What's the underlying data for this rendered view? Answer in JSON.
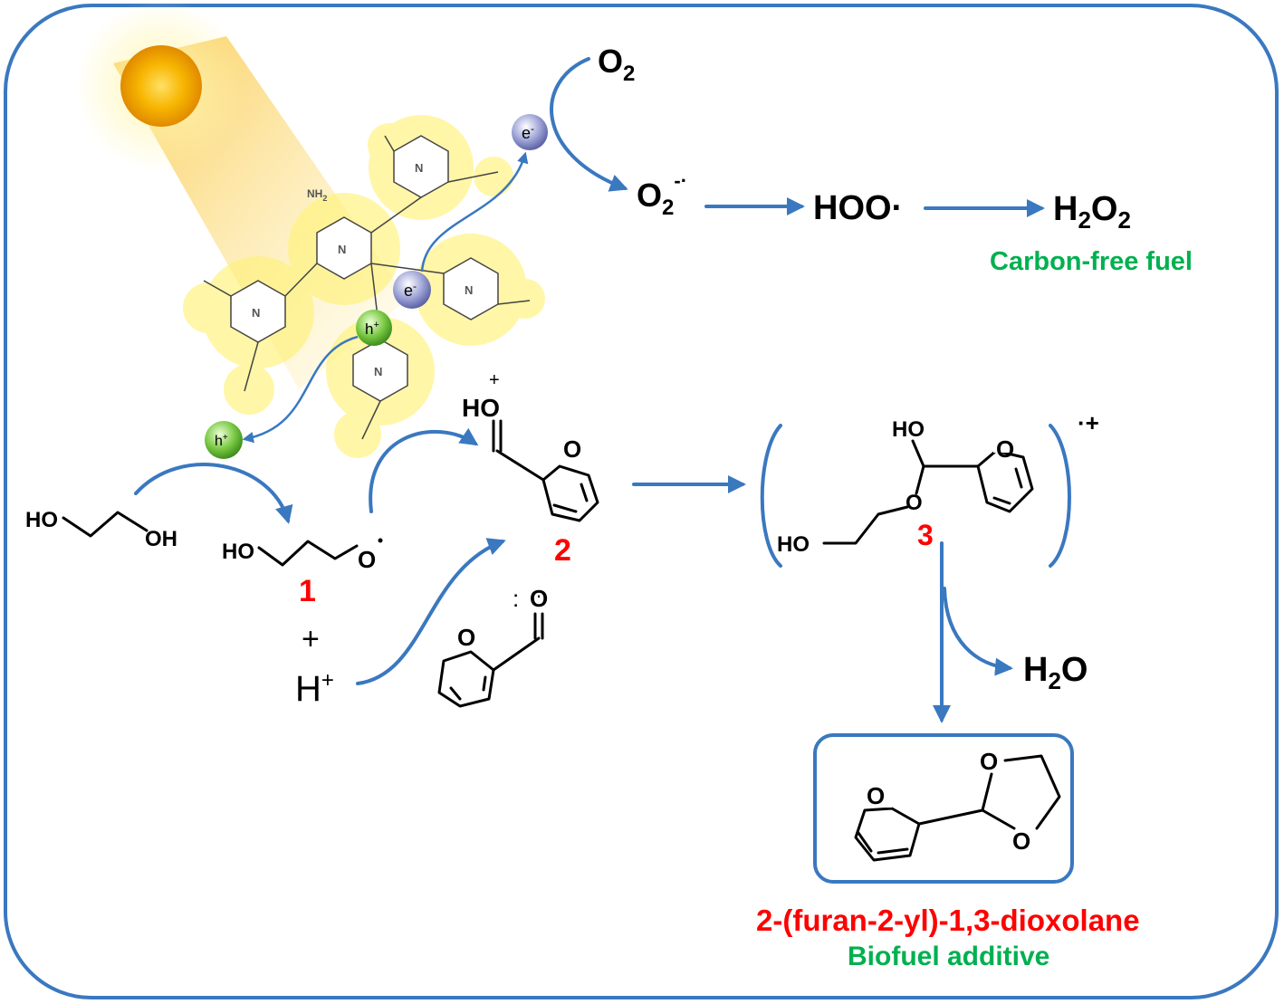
{
  "labels": {
    "o2": "O",
    "o2_sub": "2",
    "superoxide": "O",
    "superoxide_sub": "2",
    "superoxide_sup": "-·",
    "hoo": "HOO·",
    "h2o2_h": "H",
    "h2o2_sub1": "2",
    "h2o2_o": "O",
    "h2o2_sub2": "2",
    "carbon_free_fuel": "Carbon-free fuel",
    "electron": "e",
    "electron_sup": "-",
    "hole": "h",
    "hole_sup": "+",
    "ho_left": "HO",
    "oh_left": "OH",
    "ho_rad": "HO",
    "o_rad": "O",
    "compound1": "1",
    "plus": "+",
    "hplus_h": "H",
    "hplus_sup": "+",
    "hoplus": "HO",
    "hoplus_sup": "+",
    "furan_o": "O",
    "compound2": "2",
    "lone_o": "O",
    "ho3_top": "HO",
    "o3_mid": "O",
    "ho3_left": "HO",
    "compound3": "3",
    "radical_cation": "·+",
    "h2o_h": "H",
    "h2o_sub": "2",
    "h2o_o": "O",
    "product_name": "2-(furan-2-yl)-1,3-dioxolane",
    "biofuel_additive": "Biofuel additive",
    "nh2": "NH",
    "nh2_sub": "2"
  },
  "colors": {
    "arrow": "#3a78c0",
    "red_label": "#ff0000",
    "green_label": "#00b050",
    "hole_green": "#7ac943",
    "electron_blue": "#8a8fc8",
    "sun": "#f7b500",
    "glow": "#fff3a0"
  },
  "icons": [
    "sun-icon",
    "electron-sphere-icon",
    "hole-sphere-icon",
    "carbon-nitride-structure-icon"
  ]
}
